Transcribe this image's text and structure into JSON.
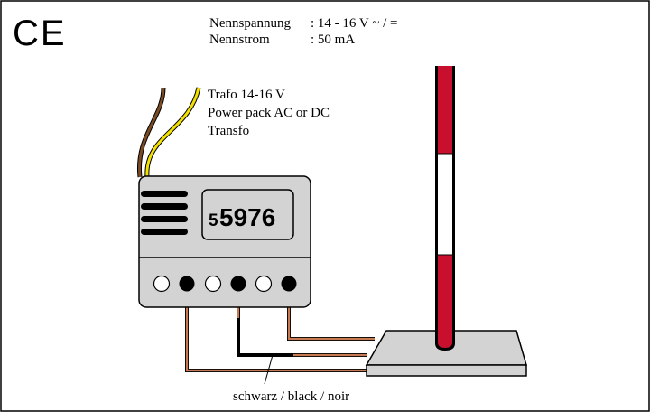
{
  "mark": {
    "ce": "CE"
  },
  "ratings": {
    "voltage_label": "Nennspannung",
    "voltage_value": ": 14 - 16 V ~ / =",
    "current_label": "Nennstrom",
    "current_value": ": 50 mA"
  },
  "power": {
    "line1": "Trafo 14-16 V",
    "line2": "Power pack AC or DC",
    "line3": "Transfo"
  },
  "module": {
    "number_prefix": "5",
    "number_main": "5976"
  },
  "wire_label": "schwarz / black / noir",
  "colors": {
    "border": "#000000",
    "module_body": "#d3d3d3",
    "wire_brown": "#7a4a22",
    "wire_yellow": "#f2e000",
    "wire_copper": "#c77a52",
    "wire_black": "#000000",
    "barrier_red": "#c8102e",
    "barrier_white": "#ffffff"
  }
}
